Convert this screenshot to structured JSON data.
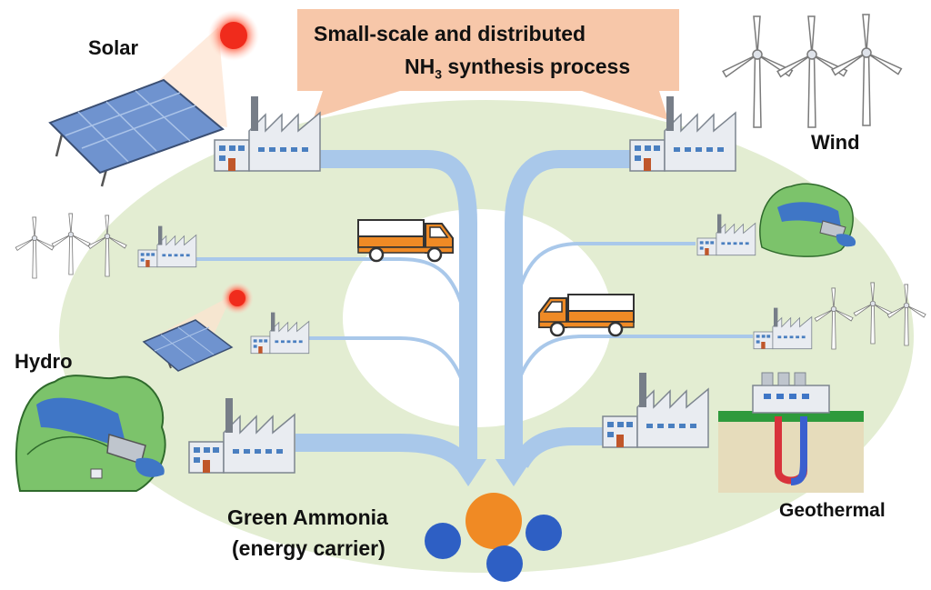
{
  "banner": {
    "line1": "Small-scale and distributed",
    "line2_prefix": "NH",
    "line2_sub": "3",
    "line2_suffix": " synthesis process"
  },
  "sources": {
    "solar": "Solar",
    "wind": "Wind",
    "hydro": "Hydro",
    "geothermal": "Geothermal"
  },
  "product": {
    "line1": "Green Ammonia",
    "line2": "(energy carrier)"
  },
  "colors": {
    "background_ellipse": "#e3edd2",
    "center_hole": "#ffffff",
    "flow_arrow": "#a9c8ea",
    "banner": "#f7c7a9",
    "ammonia_n": "#f08a24",
    "ammonia_h": "#2e5fc4",
    "truck_cargo": "#ef8a25",
    "solar_panel": "#6f93cf",
    "hydro_land": "#7cc36b",
    "geothermal_ground": "#2e9a3c"
  }
}
